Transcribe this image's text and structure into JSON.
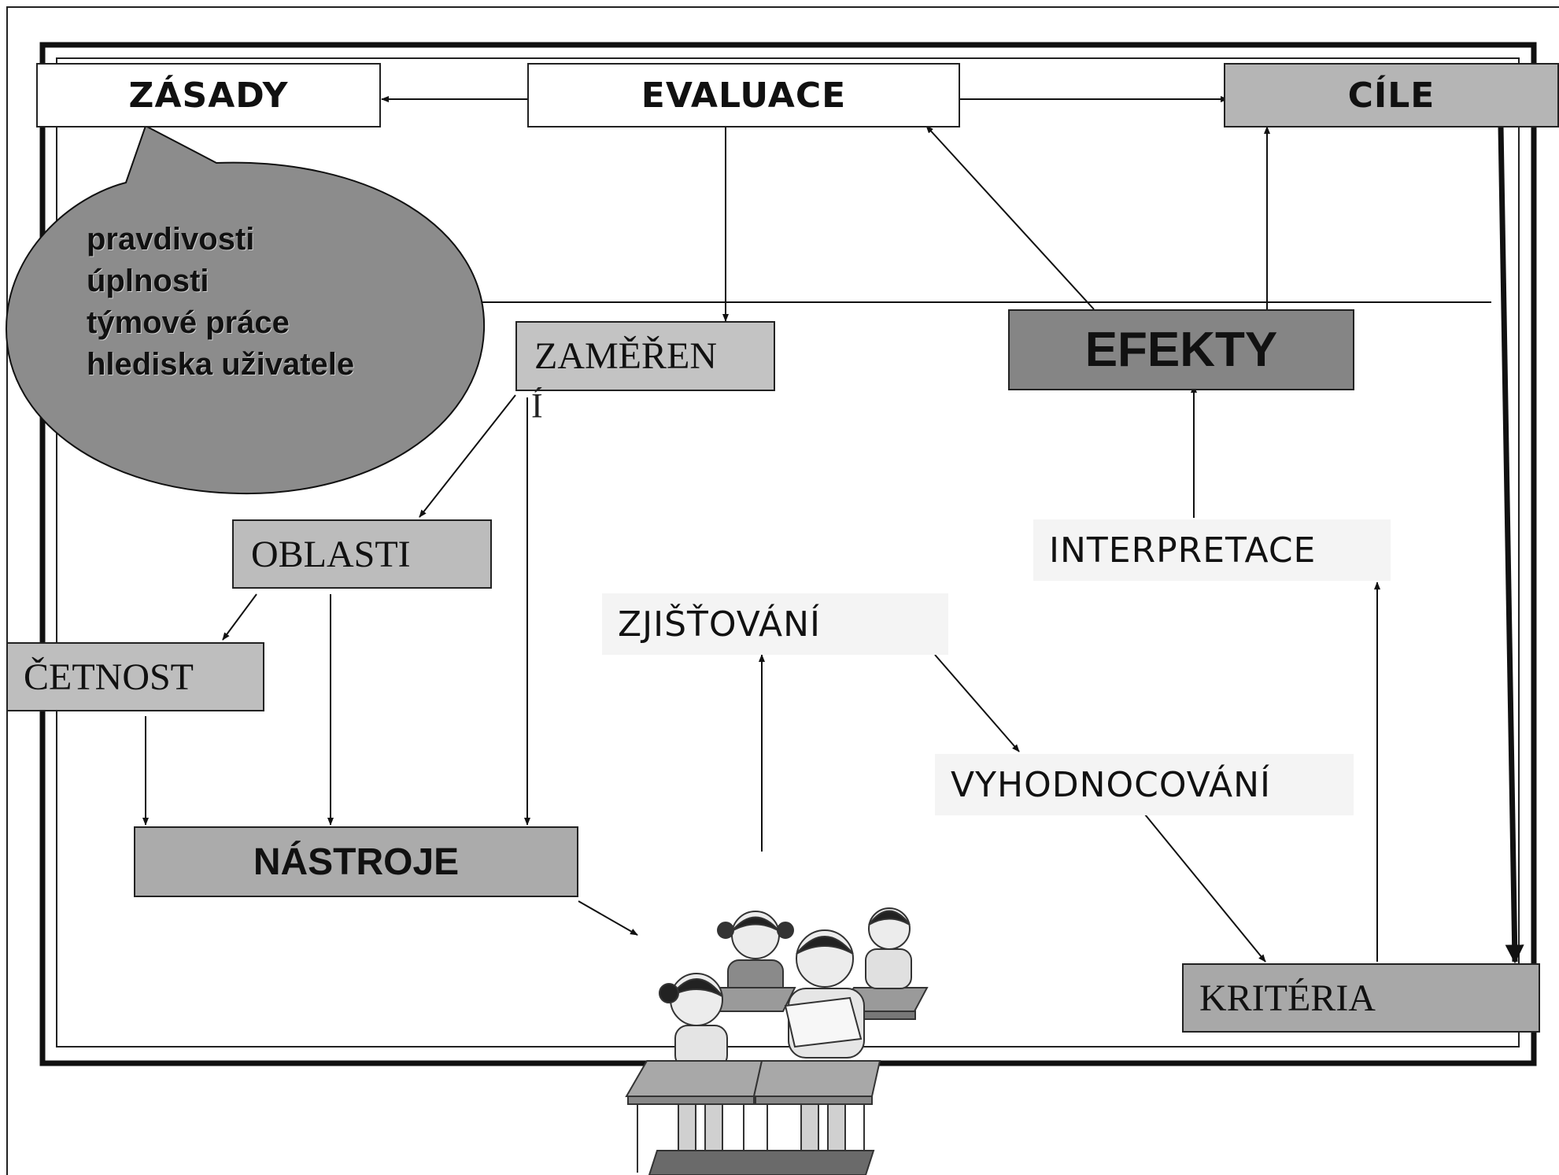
{
  "diagram": {
    "nodes": {
      "zasady": "ZÁSADY",
      "evaluace": "EVALUACE",
      "cile": "CÍLE",
      "zamereni": "ZAMĚŘEN",
      "zamereni_tail": "Í",
      "efekty": "EFEKTY",
      "oblasti": "OBLASTI",
      "cetnost": "ČETNOST",
      "nastroje": "NÁSTROJE",
      "zjistovani": "ZJIŠŤOVÁNÍ",
      "vyhodnocovani": "VYHODNOCOVÁNÍ",
      "interpretace": "INTERPRETACE",
      "kriteria": "KRITÉRIA"
    },
    "bubble_items": [
      "pravdivosti",
      "úplnosti",
      "týmové práce",
      "hlediska uživatele"
    ],
    "colors": {
      "light_gray": "#c3c3c3",
      "mid_gray": "#ababab",
      "dark_gray": "#8a8a8a",
      "efekty_fill": "#858585",
      "bubble_fill": "#8c8c8c"
    },
    "illustration": "children-at-desks"
  }
}
